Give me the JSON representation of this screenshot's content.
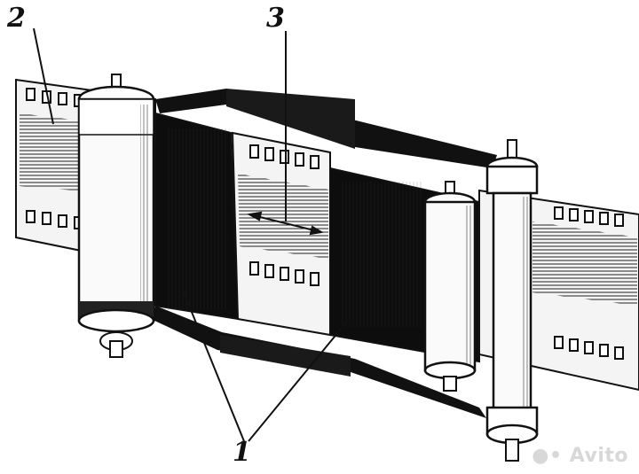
{
  "callouts": {
    "label_1": "1",
    "label_2": "2",
    "label_3": "3"
  },
  "watermark": {
    "text": "Avito"
  },
  "colors": {
    "ink": "#111111",
    "paper": "#ffffff",
    "film_base": "#f4f4f4"
  },
  "icons": {
    "watermark_logo": "avito-logo-icon"
  }
}
